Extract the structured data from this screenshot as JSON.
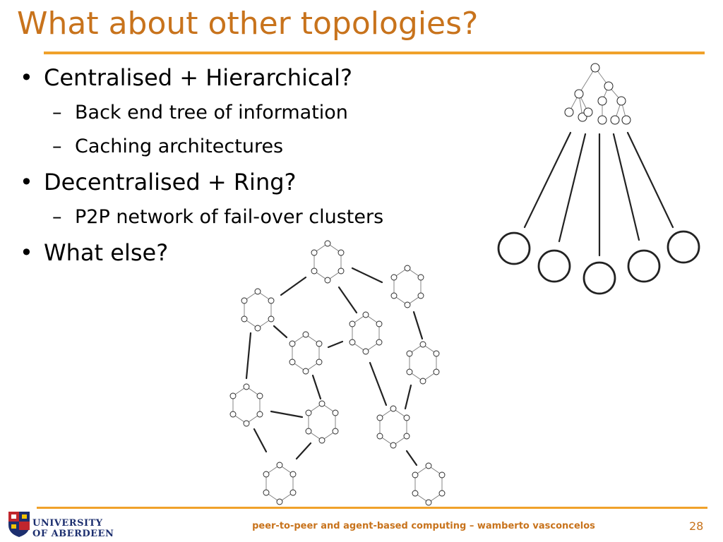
{
  "slide": {
    "title": "What about other topologies?",
    "bullets": [
      {
        "text": "Centralised + Hierarchical?",
        "sub": [
          "Back end tree of information",
          "Caching architectures"
        ]
      },
      {
        "text": "Decentralised + Ring?",
        "sub": [
          "P2P network of fail-over clusters"
        ]
      },
      {
        "text": "What else?",
        "sub": []
      }
    ]
  },
  "bullet_glyph": "•",
  "sub_bullet_glyph": "–",
  "footer": {
    "text": "peer-to-peer and agent-based computing – wamberto vasconcelos",
    "page_number": "28"
  },
  "logo": {
    "line1": "UNIVERSITY",
    "line2": "OF ABERDEEN"
  },
  "colors": {
    "title": "#c8731c",
    "rule": "#f0a12a",
    "logo": "#1d2f6f"
  }
}
